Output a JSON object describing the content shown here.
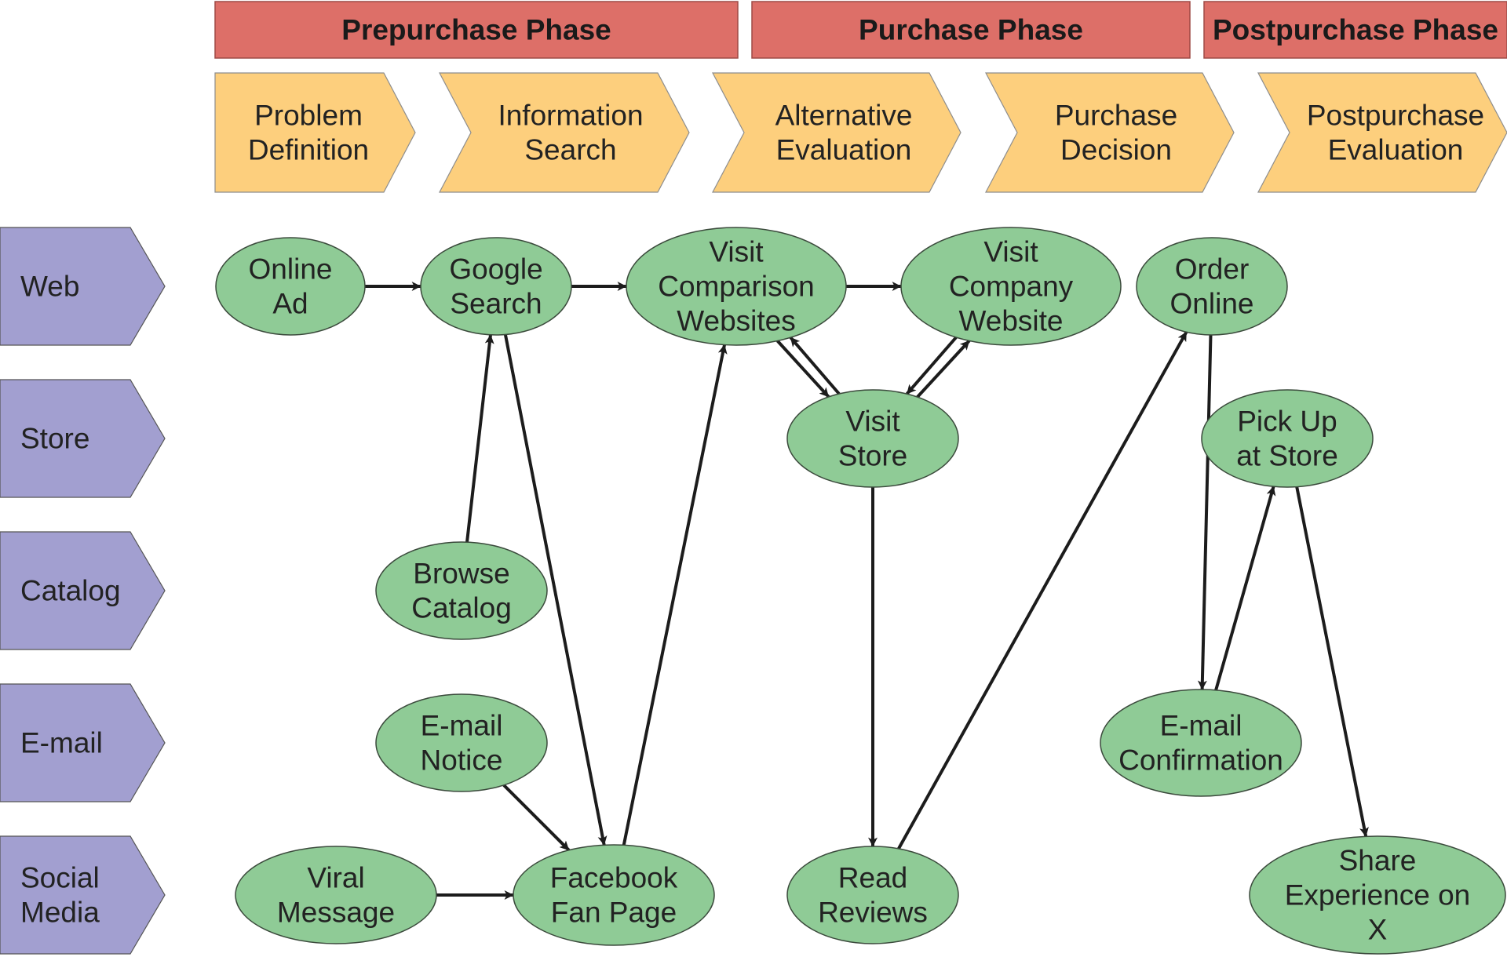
{
  "colors": {
    "phase": "#dd6f68",
    "step": "#fdcf7d",
    "channel": "#a29fd0",
    "node": "#8fcb96",
    "arrow": "#1c1c1c"
  },
  "phases": [
    {
      "id": "prepurchase",
      "label": "Prepurchase Phase"
    },
    {
      "id": "purchase",
      "label": "Purchase Phase"
    },
    {
      "id": "postpurchase",
      "label": "Postpurchase Phase"
    }
  ],
  "steps": [
    {
      "id": "problem-definition",
      "lines": [
        "Problem",
        "Definition"
      ]
    },
    {
      "id": "information-search",
      "lines": [
        "Information",
        "Search"
      ]
    },
    {
      "id": "alternative-evaluation",
      "lines": [
        "Alternative",
        "Evaluation"
      ]
    },
    {
      "id": "purchase-decision",
      "lines": [
        "Purchase",
        "Decision"
      ]
    },
    {
      "id": "postpurchase-evaluation",
      "lines": [
        "Postpurchase",
        "Evaluation"
      ]
    }
  ],
  "channels": [
    {
      "id": "web",
      "lines": [
        "Web"
      ]
    },
    {
      "id": "store",
      "lines": [
        "Store"
      ]
    },
    {
      "id": "catalog",
      "lines": [
        "Catalog"
      ]
    },
    {
      "id": "email",
      "lines": [
        "E-mail"
      ]
    },
    {
      "id": "social-media",
      "lines": [
        "Social",
        "Media"
      ]
    }
  ],
  "nodes": [
    {
      "id": "online-ad",
      "lines": [
        "Online",
        "Ad"
      ]
    },
    {
      "id": "google-search",
      "lines": [
        "Google",
        "Search"
      ]
    },
    {
      "id": "visit-comparison-websites",
      "lines": [
        "Visit",
        "Comparison",
        "Websites"
      ]
    },
    {
      "id": "visit-company-website",
      "lines": [
        "Visit",
        "Company",
        "Website"
      ]
    },
    {
      "id": "order-online",
      "lines": [
        "Order",
        "Online"
      ]
    },
    {
      "id": "visit-store",
      "lines": [
        "Visit",
        "Store"
      ]
    },
    {
      "id": "pick-up-at-store",
      "lines": [
        "Pick Up",
        "at Store"
      ]
    },
    {
      "id": "browse-catalog",
      "lines": [
        "Browse",
        "Catalog"
      ]
    },
    {
      "id": "email-notice",
      "lines": [
        "E-mail",
        "Notice"
      ]
    },
    {
      "id": "email-confirmation",
      "lines": [
        "E-mail",
        "Confirmation"
      ]
    },
    {
      "id": "viral-message",
      "lines": [
        "Viral",
        "Message"
      ]
    },
    {
      "id": "facebook-fan-page",
      "lines": [
        "Facebook",
        "Fan Page"
      ]
    },
    {
      "id": "read-reviews",
      "lines": [
        "Read",
        "Reviews"
      ]
    },
    {
      "id": "share-experience-on-x",
      "lines": [
        "Share",
        "Experience on",
        "X"
      ]
    }
  ],
  "edges": [
    {
      "from": "online-ad",
      "to": "google-search"
    },
    {
      "from": "google-search",
      "to": "visit-comparison-websites"
    },
    {
      "from": "visit-comparison-websites",
      "to": "visit-company-website"
    },
    {
      "from": "browse-catalog",
      "to": "google-search"
    },
    {
      "from": "google-search",
      "to": "facebook-fan-page"
    },
    {
      "from": "facebook-fan-page",
      "to": "visit-comparison-websites"
    },
    {
      "from": "visit-comparison-websites",
      "to": "visit-store"
    },
    {
      "from": "visit-store",
      "to": "visit-comparison-websites"
    },
    {
      "from": "visit-company-website",
      "to": "visit-store"
    },
    {
      "from": "visit-store",
      "to": "visit-company-website"
    },
    {
      "from": "visit-store",
      "to": "read-reviews"
    },
    {
      "from": "read-reviews",
      "to": "order-online"
    },
    {
      "from": "order-online",
      "to": "email-confirmation"
    },
    {
      "from": "email-confirmation",
      "to": "pick-up-at-store"
    },
    {
      "from": "pick-up-at-store",
      "to": "share-experience-on-x"
    },
    {
      "from": "email-notice",
      "to": "facebook-fan-page"
    },
    {
      "from": "viral-message",
      "to": "facebook-fan-page"
    }
  ]
}
